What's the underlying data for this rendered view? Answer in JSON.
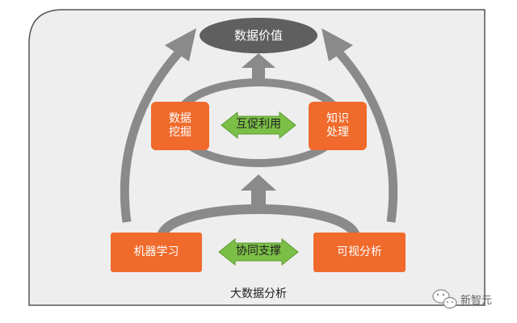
{
  "diagram": {
    "top_node": "数据价值",
    "upper_left": "数据\n挖掘",
    "upper_right": "知识\n处理",
    "upper_middle": "互促利用",
    "lower_left": "机器学习",
    "lower_right": "可视分析",
    "lower_middle": "协同支撑",
    "caption": "大数据分析"
  },
  "watermark": {
    "logo_text": "新智元"
  },
  "colors": {
    "panel_bg": "#eeeeee",
    "panel_border": "#555555",
    "node_dark": "#5f5f5f",
    "node_orange": "#ef6a2b",
    "node_green": "#7bbf47",
    "arrow_gray": "#8a8a8a"
  }
}
